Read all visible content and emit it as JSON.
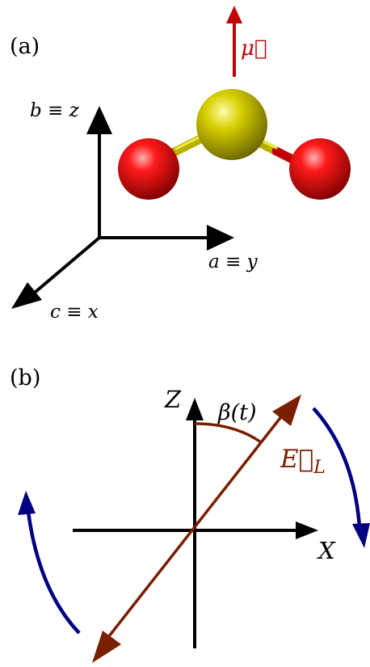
{
  "panel_a": {
    "label": "(a)",
    "dipole_label": "μ⃗",
    "axes": {
      "b": "b ≡ z",
      "a": "a ≡ y",
      "c": "c ≡ x"
    },
    "colors": {
      "sulfur": "#c8c000",
      "oxygen": "#e00000",
      "dipole_arrow": "#c00000"
    }
  },
  "panel_b": {
    "label": "(b)",
    "axis_z": "Z",
    "axis_x": "X",
    "angle_label": "β(t)",
    "field_label": "E⃗",
    "field_subscript": "L",
    "colors": {
      "field_arrow": "#7a1e00",
      "rotation_arrows": "#000080"
    }
  }
}
